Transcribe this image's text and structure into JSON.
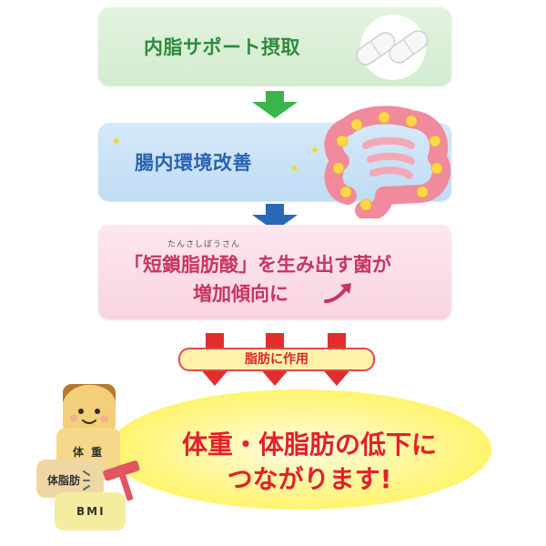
{
  "steps": [
    {
      "label": "内脂サポート摂取"
    },
    {
      "label": "腸内環境改善"
    },
    {
      "ruby": "たんさしぼうさん",
      "line1": "「短鎖脂肪酸」を生み出す菌が",
      "line2": "増加傾向に"
    }
  ],
  "banner": "脂肪に作用",
  "result": {
    "line1": "体重・体脂肪の低下に",
    "line2": "つながります!"
  },
  "blocks": {
    "weight": "体 重",
    "fat": "体脂肪",
    "bmi": "BMI"
  },
  "colors": {
    "green": "#2e8b3c",
    "blue": "#2a63b0",
    "pink": "#c8345f",
    "red": "#e3202b",
    "yellow": "#fff13d"
  }
}
